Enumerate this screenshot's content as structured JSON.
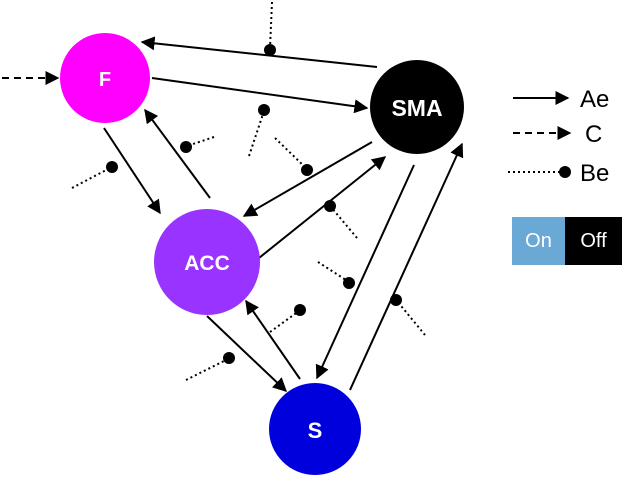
{
  "nodes": {
    "F": {
      "label": "F",
      "color": "#ff00ff"
    },
    "SMA": {
      "label": "SMA",
      "color": "#000000"
    },
    "ACC": {
      "label": "ACC",
      "color": "#9933ff"
    },
    "S": {
      "label": "S",
      "color": "#0000dd"
    }
  },
  "legend": {
    "solid": {
      "label": "Ae"
    },
    "dashed": {
      "label": "C"
    },
    "dotted": {
      "label": "Be"
    }
  },
  "toggle": {
    "on": {
      "label": "On",
      "color": "#6aa8d6"
    },
    "off": {
      "label": "Off",
      "color": "#000000"
    }
  },
  "edges": [
    {
      "from": "SMA",
      "to": "F",
      "style": "solid"
    },
    {
      "from": "F",
      "to": "SMA",
      "style": "solid"
    },
    {
      "from": "F",
      "to": "ACC",
      "style": "solid"
    },
    {
      "from": "ACC",
      "to": "F",
      "style": "solid"
    },
    {
      "from": "SMA",
      "to": "ACC",
      "style": "solid"
    },
    {
      "from": "ACC",
      "to": "SMA",
      "style": "solid"
    },
    {
      "from": "ACC",
      "to": "S",
      "style": "solid"
    },
    {
      "from": "S",
      "to": "ACC",
      "style": "solid"
    },
    {
      "from": "SMA",
      "to": "S",
      "style": "solid"
    },
    {
      "from": "S",
      "to": "SMA",
      "style": "solid"
    },
    {
      "from": "external",
      "to": "F",
      "style": "dashed"
    }
  ]
}
